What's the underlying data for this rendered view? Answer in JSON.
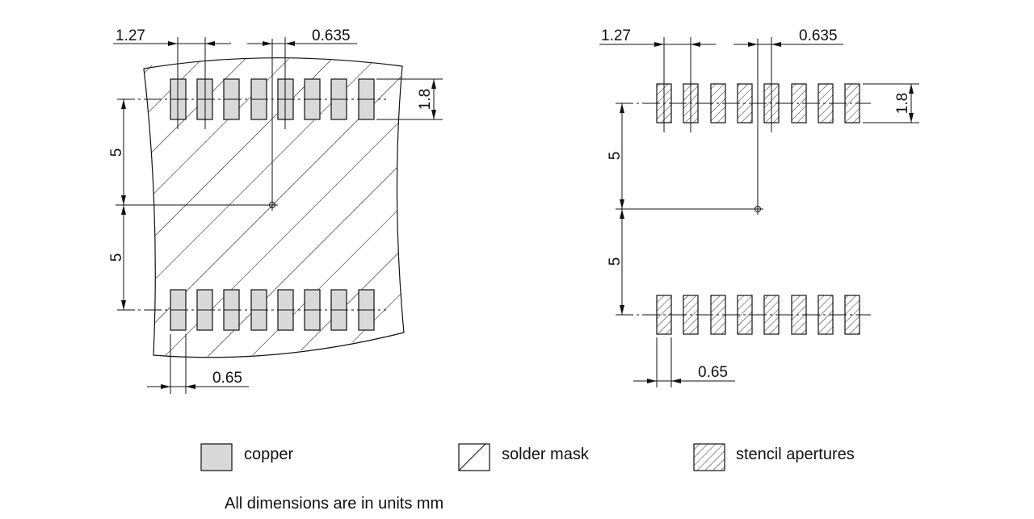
{
  "left_view": {
    "dimensions": {
      "pitch": "1.27",
      "pad_width": "0.635",
      "pad_height": "1.8",
      "upper_offset": "5",
      "lower_offset": "5",
      "mask_gap": "0.65"
    }
  },
  "right_view": {
    "dimensions": {
      "pitch": "1.27",
      "pad_width": "0.635",
      "pad_height": "1.8",
      "upper_offset": "5",
      "lower_offset": "5",
      "stencil_gap": "0.65"
    }
  },
  "legend": {
    "copper": "copper",
    "solder_mask": "solder mask",
    "stencil": "stencil apertures"
  },
  "note": "All dimensions are in units mm",
  "colors": {
    "copper_fill": "#d9d9d9",
    "line": "#111111"
  }
}
